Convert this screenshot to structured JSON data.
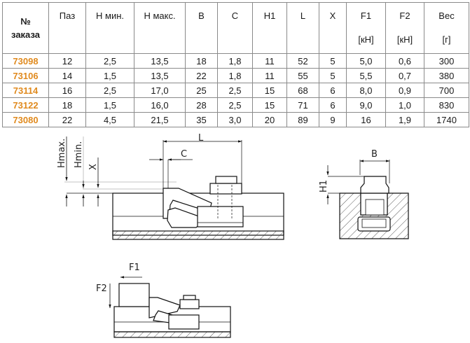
{
  "table": {
    "headers": [
      {
        "label": "№ заказа",
        "unit": ""
      },
      {
        "label": "Паз",
        "unit": ""
      },
      {
        "label": "H мин.",
        "unit": ""
      },
      {
        "label": "H макс.",
        "unit": ""
      },
      {
        "label": "B",
        "unit": ""
      },
      {
        "label": "C",
        "unit": ""
      },
      {
        "label": "H1",
        "unit": ""
      },
      {
        "label": "L",
        "unit": ""
      },
      {
        "label": "X",
        "unit": ""
      },
      {
        "label": "F1",
        "unit": "[кН]"
      },
      {
        "label": "F2",
        "unit": "[кН]"
      },
      {
        "label": "Вес",
        "unit": "[г]"
      }
    ],
    "header_order_line1": "№",
    "header_order_line2": "заказа",
    "rows": [
      [
        "73098",
        "12",
        "2,5",
        "13,5",
        "18",
        "1,8",
        "11",
        "52",
        "5",
        "5,0",
        "0,6",
        "300"
      ],
      [
        "73106",
        "14",
        "1,5",
        "13,5",
        "22",
        "1,8",
        "11",
        "55",
        "5",
        "5,5",
        "0,7",
        "380"
      ],
      [
        "73114",
        "16",
        "2,5",
        "17,0",
        "25",
        "2,5",
        "15",
        "68",
        "6",
        "8,0",
        "0,9",
        "700"
      ],
      [
        "73122",
        "18",
        "1,5",
        "16,0",
        "28",
        "2,5",
        "15",
        "71",
        "6",
        "9,0",
        "1,0",
        "830"
      ],
      [
        "73080",
        "22",
        "4,5",
        "21,5",
        "35",
        "3,0",
        "20",
        "89",
        "9",
        "16",
        "1,9",
        "1740"
      ]
    ]
  },
  "drawing_labels": {
    "hmax": "Hmax.",
    "hmin": "Hmin.",
    "x": "X",
    "l": "L",
    "c": "C",
    "b": "B",
    "h1": "H1",
    "f1": "F1",
    "f2": "F2"
  },
  "colors": {
    "order_code": "#e08a1e",
    "border": "#8a8a8a"
  }
}
